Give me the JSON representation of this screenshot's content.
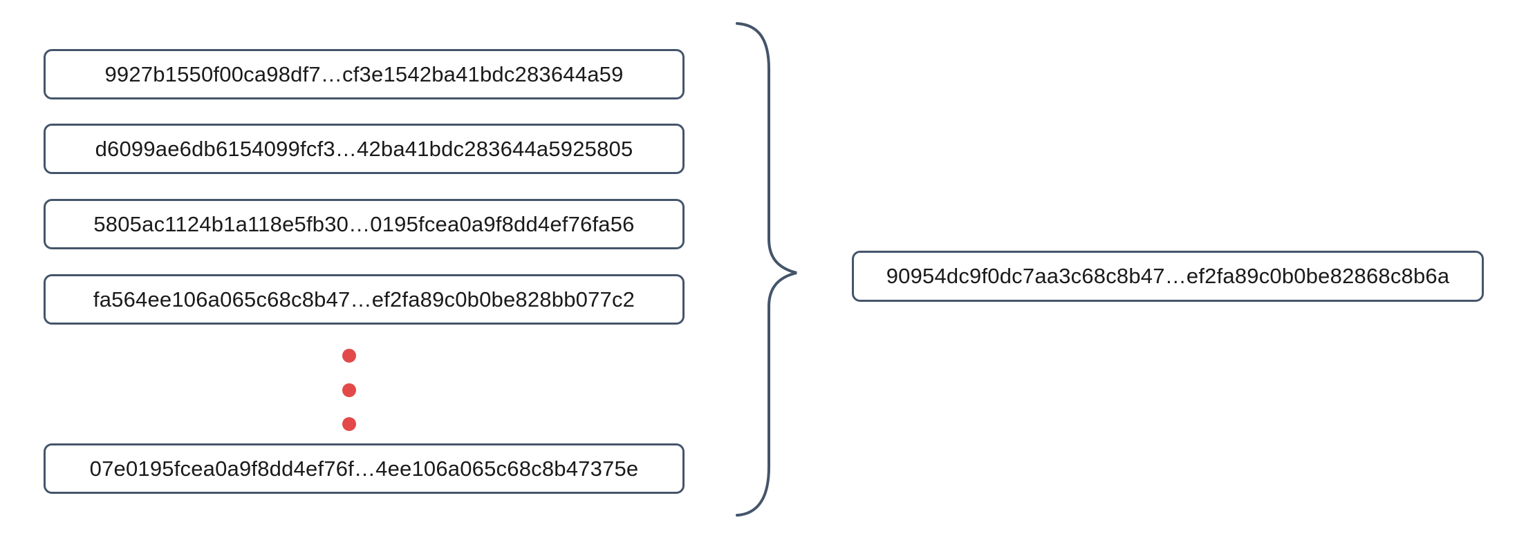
{
  "colors": {
    "background": "#FFFFFF",
    "border": "#44546A",
    "dot": "#E34949",
    "text": "#1A1A1A"
  },
  "diagram": {
    "input_hashes": [
      "9927b1550f00ca98df7…cf3e1542ba41bdc283644a59",
      "d6099ae6db6154099fcf3…42ba41bdc283644a5925805",
      "5805ac1124b1a118e5fb30…0195fcea0a9f8dd4ef76fa56",
      "fa564ee106a065c68c8b47…ef2fa89c0b0be828bb077c2",
      "07e0195fcea0a9f8dd4ef76f…4ee106a065c68c8b47375e"
    ],
    "output_hash": "90954dc9f0dc7aa3c68c8b47…ef2fa89c0b0be82868c8b6a"
  }
}
